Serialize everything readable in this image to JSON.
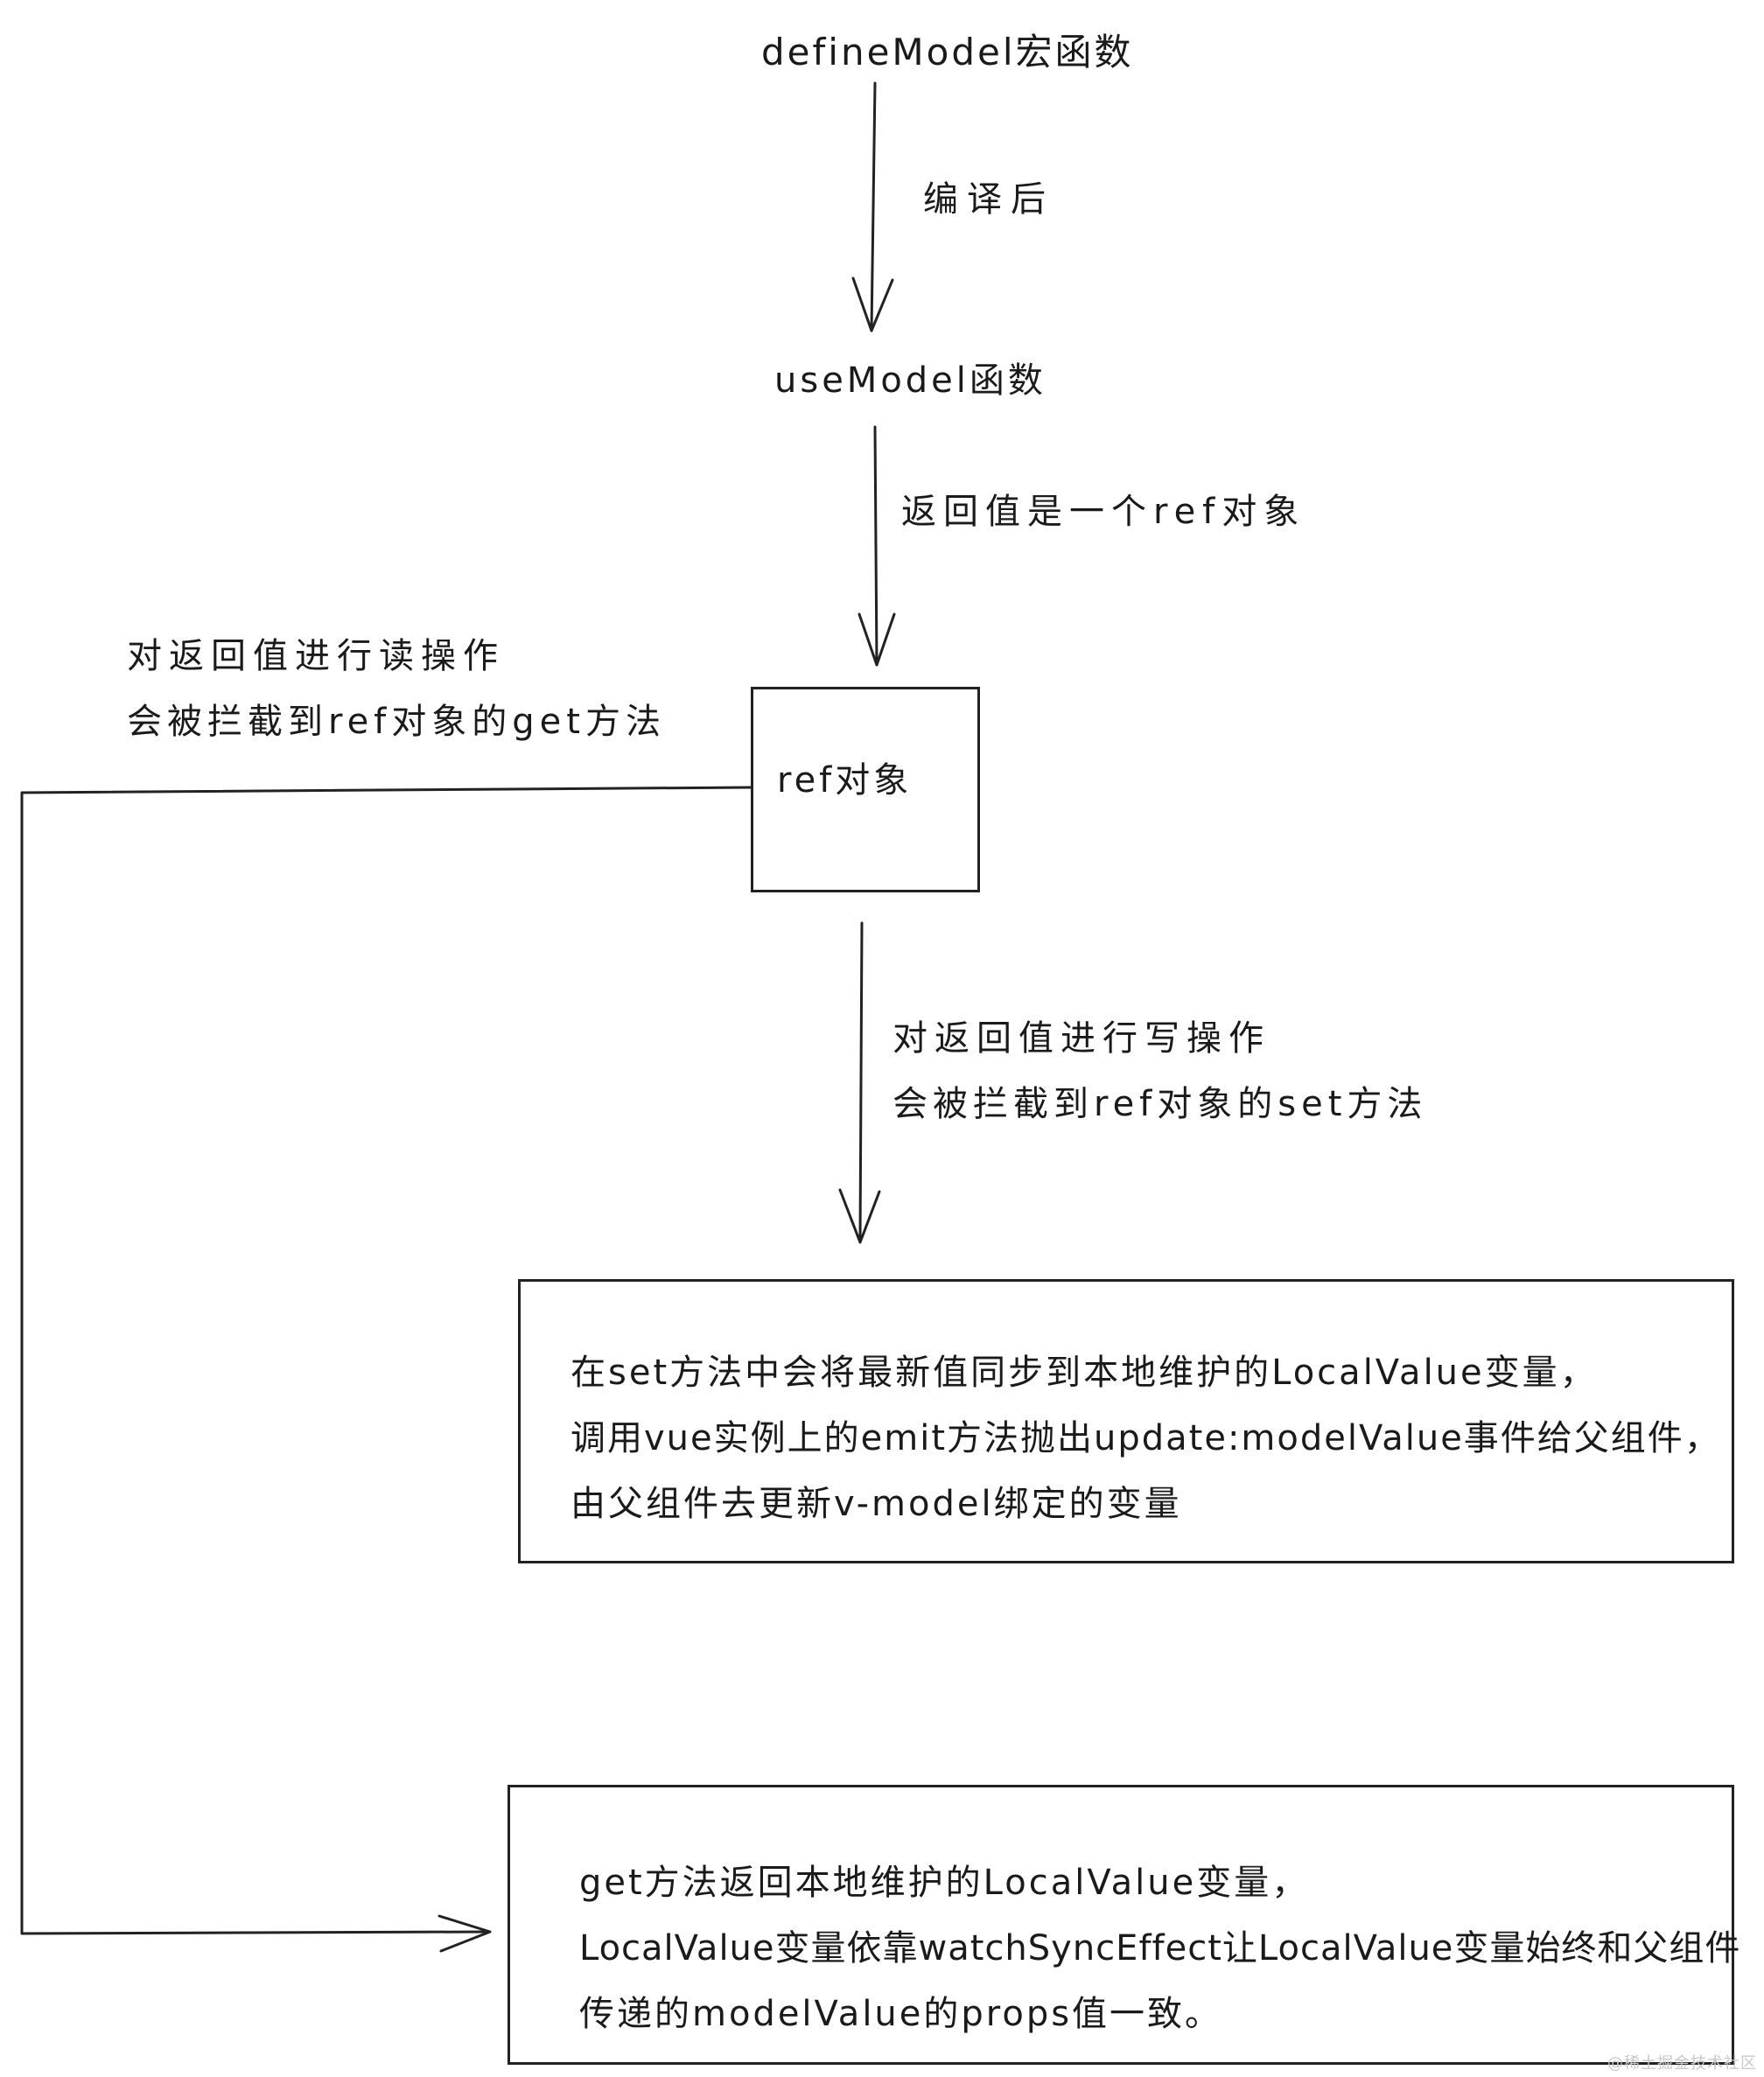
{
  "nodes": {
    "define_model": "defineModel宏函数",
    "use_model": "useModel函数",
    "ref_object": "ref对象",
    "set_box": [
      "在set方法中会将最新值同步到本地维护的LocalValue变量，",
      "调用vue实例上的emit方法抛出update:modelValue事件给父组件，",
      "由父组件去更新v-model绑定的变量"
    ],
    "get_box": [
      "get方法返回本地维护的LocalValue变量，",
      "LocalValue变量依靠watchSyncEffect让LocalValue变量始终和父组件",
      "传递的modelValue的props值一致。"
    ]
  },
  "edges": {
    "compile": "编译后",
    "returns_ref": "返回值是一个ref对象",
    "read_op": [
      "对返回值进行读操作",
      "会被拦截到ref对象的get方法"
    ],
    "write_op": [
      "对返回值进行写操作",
      "会被拦截到ref对象的set方法"
    ]
  },
  "watermark": "@稀土掘金技术社区"
}
